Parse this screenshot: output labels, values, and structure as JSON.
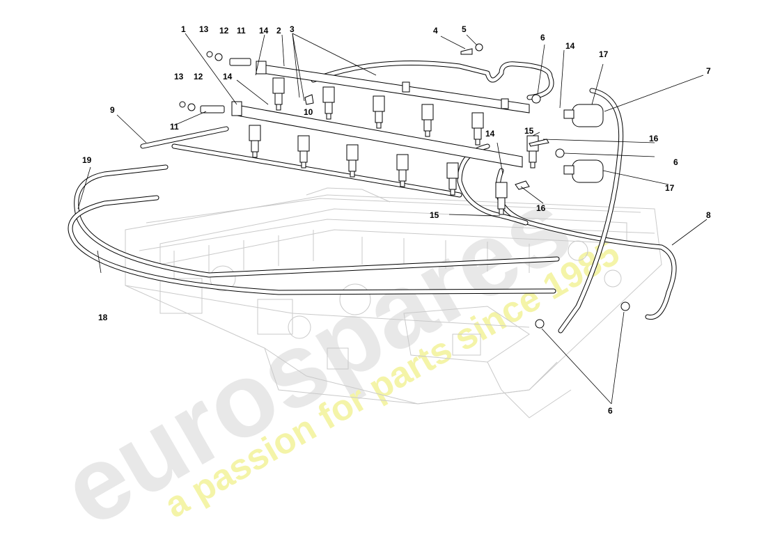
{
  "watermark": {
    "brand": "eurospares",
    "tagline": "a passion for parts since 1985",
    "brand_color": "#e8e8e8",
    "tagline_color": "#f4f4a8"
  },
  "callouts": {
    "c1": "1",
    "c2": "2",
    "c3": "3",
    "c4": "4",
    "c5": "5",
    "c6a": "6",
    "c6b": "6",
    "c6c": "6",
    "c7": "7",
    "c8": "8",
    "c9": "9",
    "c10": "10",
    "c11a": "11",
    "c11b": "11",
    "c12a": "12",
    "c12b": "12",
    "c13a": "13",
    "c13b": "13",
    "c14a": "14",
    "c14b": "14",
    "c14c": "14",
    "c14d": "14",
    "c15a": "15",
    "c15b": "15",
    "c16a": "16",
    "c16b": "16",
    "c17a": "17",
    "c17b": "17",
    "c18": "18",
    "c19": "19"
  }
}
